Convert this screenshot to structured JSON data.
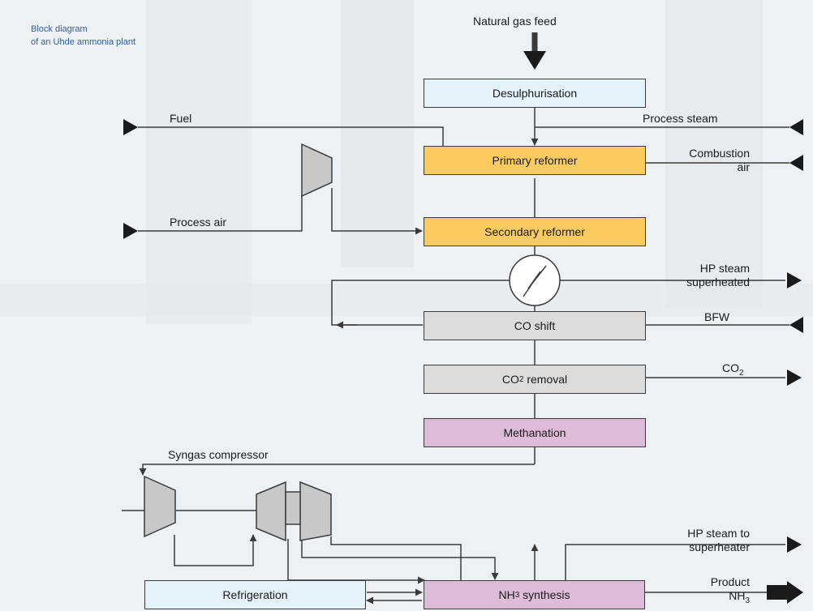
{
  "caption": {
    "line1": "Block diagram",
    "line2": "of an Uhde ammonia plant"
  },
  "colors": {
    "desulph": "#e4f3fa",
    "reformer": "#fbcb5f",
    "co_box": "#dcdcdc",
    "methanation": "#ddbbd9",
    "line": "#3a3a3a"
  },
  "boxes": {
    "desulph": "Desulphurisation",
    "primary": "Primary reformer",
    "secondary": "Secondary reformer",
    "co_shift": "CO shift",
    "co2_removal_main": "CO",
    "co2_removal_sub": "2",
    "co2_removal_tail": " removal",
    "methanation": "Methanation",
    "refrigeration": "Refrigeration",
    "nh3_main": "NH",
    "nh3_sub": "3",
    "nh3_tail": " synthesis"
  },
  "labels": {
    "natural_gas": "Natural gas feed",
    "fuel": "Fuel",
    "process_steam": "Process steam",
    "combustion_air_1": "Combustion",
    "combustion_air_2": "air",
    "process_air": "Process air",
    "hp_steam_1": "HP steam",
    "hp_steam_2": "superheated",
    "bfw": "BFW",
    "co2_main": "CO",
    "co2_sub": "2",
    "syngas": "Syngas compressor",
    "hp_steam_sh_1": "HP steam to",
    "hp_steam_sh_2": "superheater",
    "product_1": "Product",
    "product_2_main": "NH",
    "product_2_sub": "3"
  }
}
